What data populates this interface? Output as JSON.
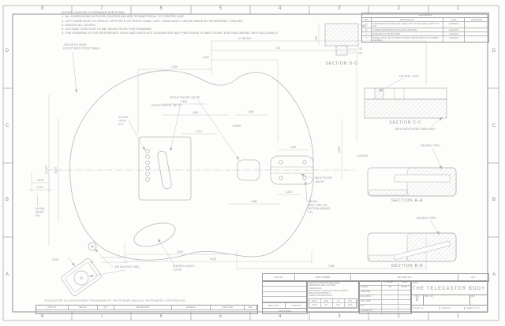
{
  "sheet": {
    "bg": "#fdfdfc",
    "line_color": "#b8b8b8",
    "frame_color": "#777777",
    "text_color": "#8f8f8f"
  },
  "zones": {
    "columns": [
      "8",
      "7",
      "6",
      "5",
      "4",
      "3",
      "2",
      "1"
    ],
    "rows": [
      "D",
      "C",
      "B",
      "A"
    ]
  },
  "notes": {
    "title": "NOTES: UNLESS OTHERWISE SPECIFIED:",
    "lines": [
      "1. ALL DIMENSIONS ACROSS CENTERLINE ARE SYMMETRICAL TO CENTER LINE.",
      "2. LEFT-HAND BODY IS DIRECT OPPOSITE OF RIGHT HAND. LEFT HAND BODY CAN BE MADE BY REVERSING TOOLING.",
      "3. RADIUS ALL EDGES.",
      "4. OUTSIDE CONTOUR TO BE TAKEN FROM THIS DRAWING.",
      "5. THE DRAWING IS FOR REFERENCE ONLY AND DOES NOT GUARANTEE ANY PRECISION TO MATCH ANY EXISTING MODEL WITH ACCURACY."
    ]
  },
  "dims": [
    "12.780 REF",
    "7.18",
    "2.847",
    "2.156",
    "12.703",
    "6.075",
    "5.200",
    "8.125",
    "7.380",
    "0.490",
    "1.060",
    "3.362",
    "0.269 R",
    "2.580",
    "1.250",
    "2.062",
    "1.671",
    "0.812",
    "1.875",
    "0.790",
    "1.875",
    "45°",
    ".875 DIA HOLE THRU"
  ],
  "callouts": {
    "edge_1": ".125 R BOTH SIDES",
    "edge_2": "EXCEPT NECK POCKET AREA",
    "pickup_neck": "PICKUP POCKET .625 DP",
    "pickup_bridge": "PICKUP POCKET .687 DP",
    "neck_pocket_1": "NECK POCKET",
    "neck_pocket_2": ".625 DP",
    "drill_156_1": ".156 DIA",
    "drill_156_2": "DRILL THRU ON",
    "drill_156_3": "SECTION MARKED",
    "drill_156_4": "4 PL",
    "control_1": "CONTROL CAVITY",
    "control_2": "1.50 DP",
    "pilot_1": ".164 DIA",
    "pilot_2": ".375 DP",
    "pilot_3": "4 PL",
    "ferrule_1": ".144 DIA",
    "ferrule_2": ".75 DP",
    "ferrule_3": "4 PL",
    "datum": "℄ DATUM"
  },
  "sections": {
    "dd": {
      "label": "SECTION D-D",
      "d1": ".500",
      "d2": ".250",
      "d3": ".125",
      "d4": ".187"
    },
    "cc": {
      "label": "SECTION C-C",
      "callout": ".125 DRILL THRU",
      "note": ".625 R NECK POCKET AREA ONLY"
    },
    "aa": {
      "label": "SECTION A-A",
      "callout": ".125 DRILL THRU"
    },
    "bb": {
      "label": "SECTION B-B",
      "callout": ".125 DRILL THRU"
    }
  },
  "revisions": {
    "title": "REVISIONS",
    "headers": [
      "REV.",
      "DESCRIPTION",
      "DATE",
      "APPROVED"
    ],
    "rows": [
      {
        "rev": "A",
        "desc": "CHANGED BODY END CURL, NECK PKT TO THE CNTR, CAVITY TO .125",
        "date": "10/25/2017",
        "approved": ""
      },
      {
        "rev": "B",
        "desc": "CORRECTED BRIDGE PICKUP HOLE MODEL",
        "date": "11/20/2017",
        "approved": ""
      },
      {
        "rev": "C",
        "desc": "FIXED NECK POCKET DIMS",
        "date": "1/24/2018",
        "approved": ""
      },
      {
        "rev": "D",
        "desc": "MOVED HOLE .093 TO NECK POCKET, CNTRD DEPTH TO STRING CHANNEL",
        "date": "2/24/2018",
        "approved": ""
      }
    ]
  },
  "title_block": {
    "parts_headers": [
      "ITEM NO.",
      "PART NUMBER",
      "DESCRIPTION",
      "QTY."
    ],
    "tolerance_lines": [
      "UNLESS OTHERWISE SPECIFIED:",
      "DIMENSIONS ARE IN INCHES",
      "TOLERANCES:",
      "FRACTIONAL ±   ANGULAR: MACH ±  BEND ±",
      "TWO PLACE DECIMAL    ±",
      "THREE PLACE DECIMAL  ±"
    ],
    "tol_grid": [
      [
        "FRAC",
        "ANG",
        ".XX",
        ".XXX"
      ],
      [
        "±1/32",
        "±1°",
        "±.01",
        "±.005"
      ]
    ],
    "name_header": "NAME",
    "date_header": "DATE",
    "rows": [
      "DRAWN",
      "CHECKED",
      "ENG APPR.",
      "MFG APPR.",
      "Q.A.",
      "COMMENTS:"
    ],
    "drawn_name": "JW",
    "drawn_date": "10/24/17",
    "title_label": "TITLE:",
    "title": "THE TELECASTER BODY",
    "size_label": "SIZE",
    "size": "B",
    "dwg_label": "DWG. NO.",
    "rev_label": "REV",
    "scale": "SCALE: 1:2",
    "weight": "WEIGHT:",
    "sheet": "SHEET 1 OF 1",
    "next_assy": "NEXT ASSY",
    "used_on": "USED ON",
    "application": "APPLICATION"
  },
  "bottom_strip": {
    "headers": [
      "PART NO.",
      "ITEM NO.",
      "QTY.",
      "DESCRIPTION",
      "MATERIAL",
      "STOCK SIZE",
      "REV"
    ]
  },
  "trademark": "TELECASTER IS A REGISTERED TRADEMARK OF THE FENDER MUSICAL INSTRUMENT CORPORATION"
}
